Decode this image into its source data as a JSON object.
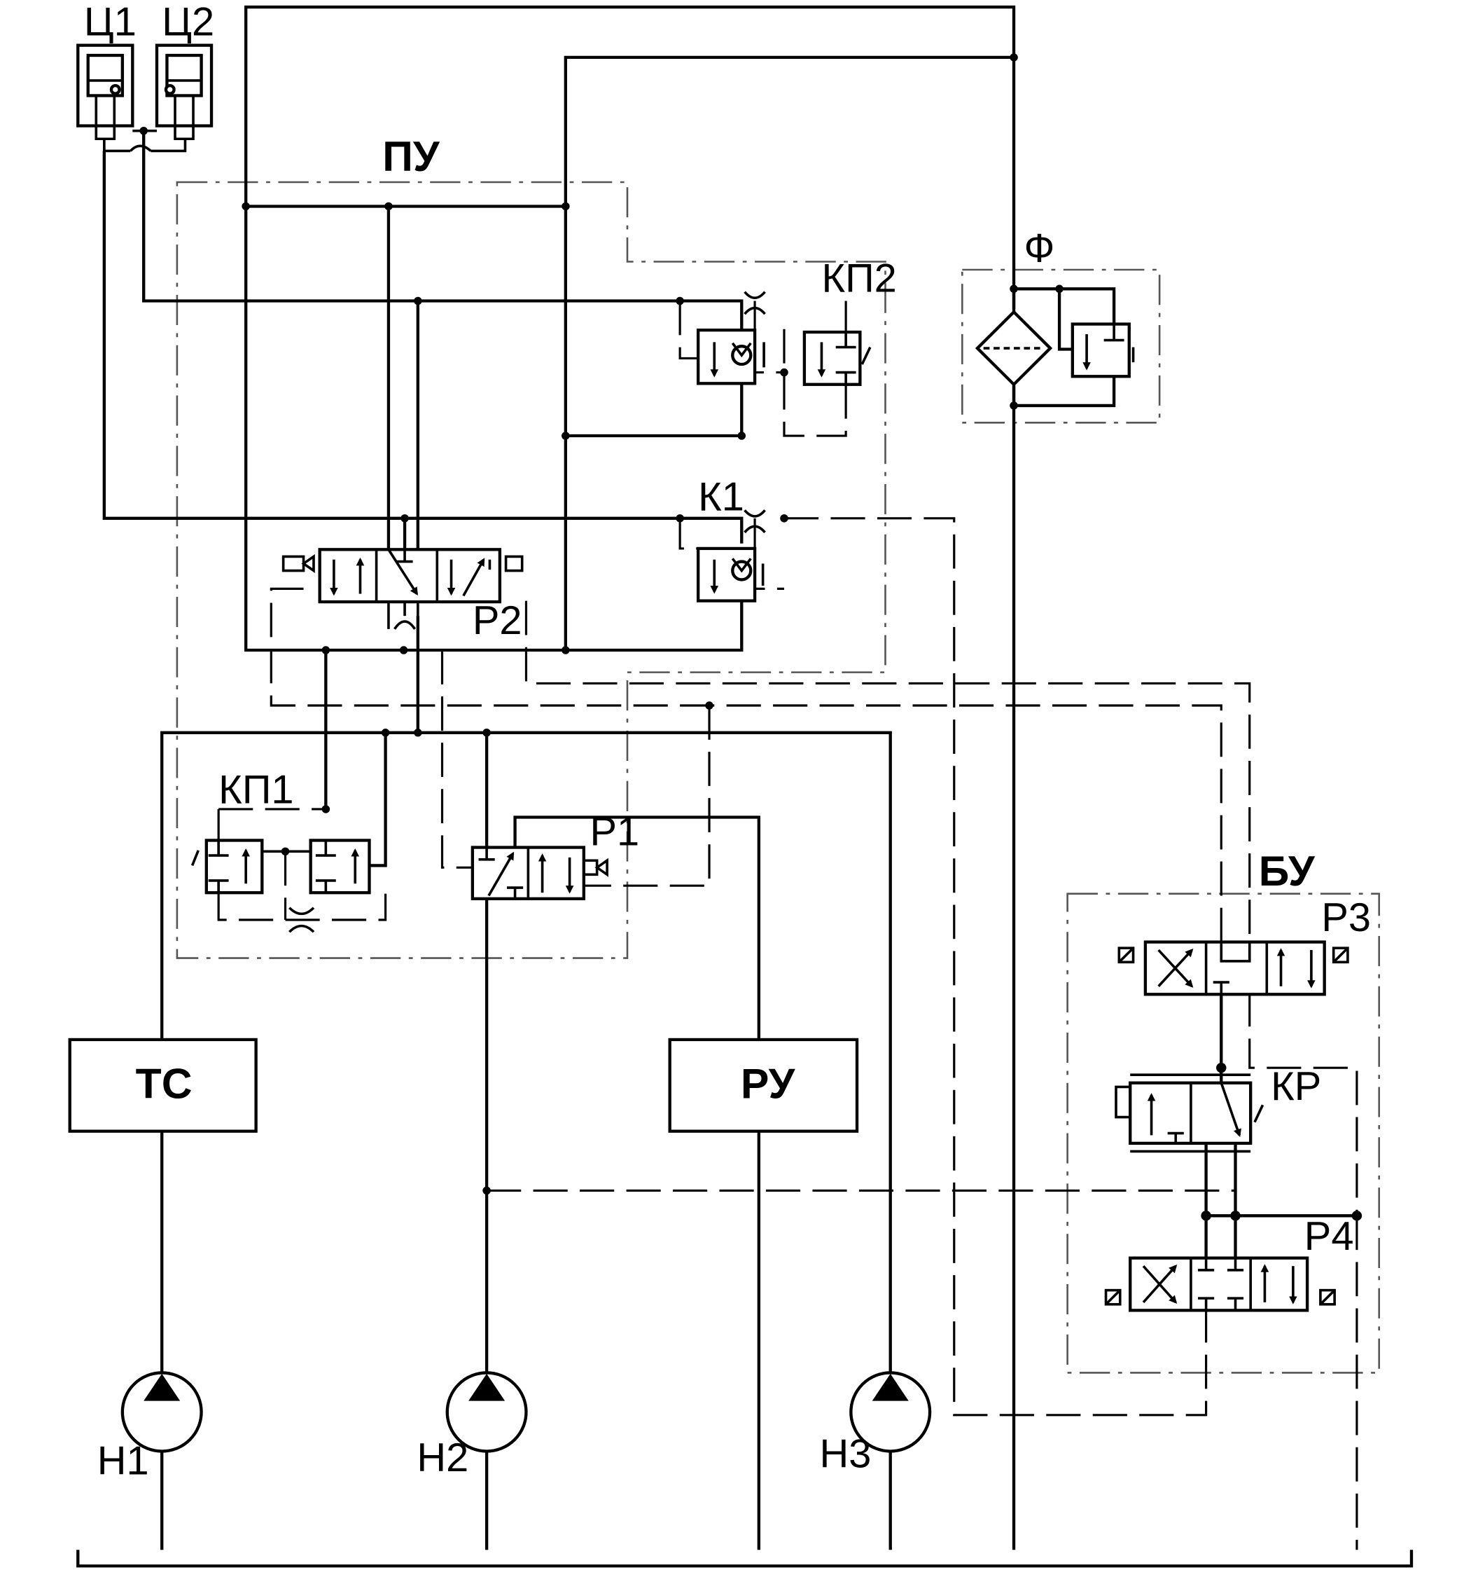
{
  "labels": {
    "c1": "Ц1",
    "c2": "Ц2",
    "pu": "ПУ",
    "kp2": "КП2",
    "f": "Ф",
    "k1": "К1",
    "r2": "Р2",
    "kp1": "КП1",
    "r1": "Р1",
    "bu": "БУ",
    "r3": "Р3",
    "kr": "КР",
    "r4": "Р4",
    "ts": "ТС",
    "ru": "РУ",
    "h1": "Н1",
    "h2": "Н2",
    "h3": "Н3"
  }
}
